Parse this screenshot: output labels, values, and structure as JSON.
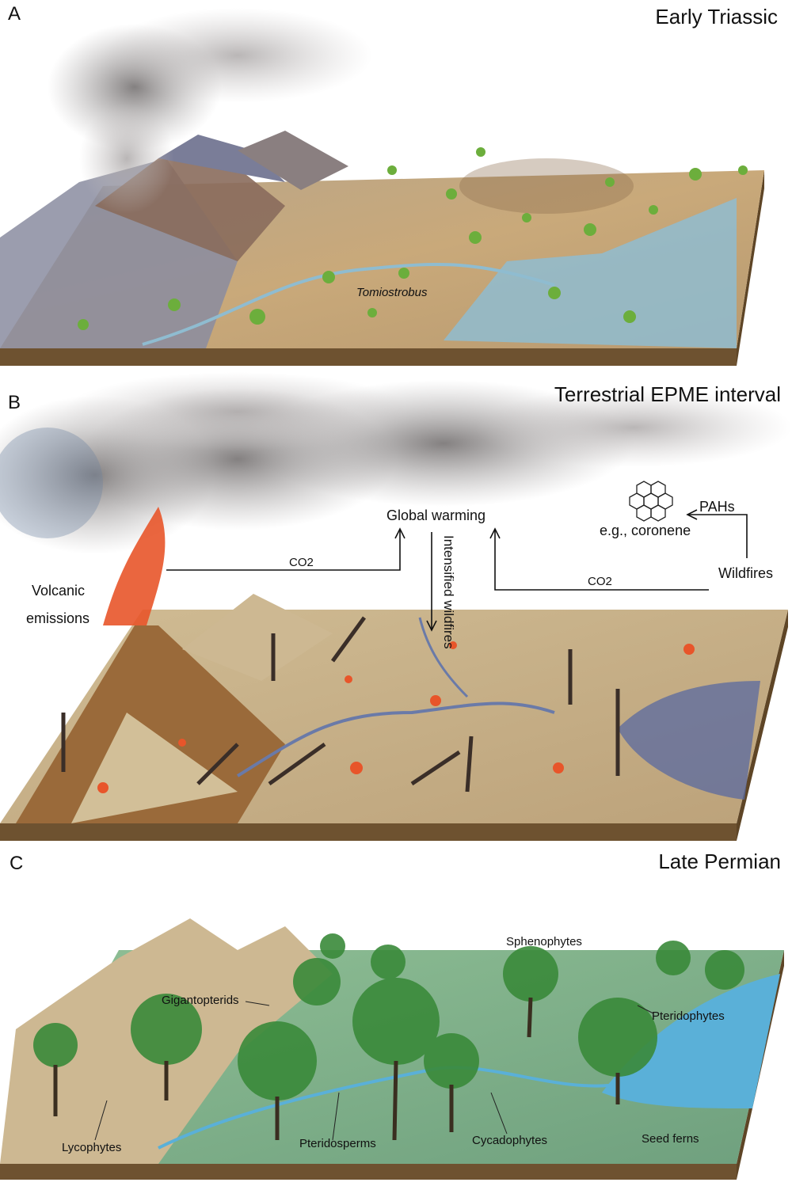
{
  "panel_a": {
    "letter": "A",
    "title": "Early Triassic",
    "labels": {
      "taxon": "Tomiostrobus"
    }
  },
  "panel_b": {
    "letter": "B",
    "title": "Terrestrial EPME interval",
    "labels": {
      "volcanic_1": "Volcanic",
      "volcanic_2": "emissions",
      "co2_left": "CO2",
      "global_warming": "Global warming",
      "intensified_wildfires": "Intensified wildfires",
      "pahs": "PAHs",
      "coronene": "e.g., coronene",
      "wildfires": "Wildfires",
      "co2_right": "CO2"
    }
  },
  "panel_c": {
    "letter": "C",
    "title": "Late Permian",
    "labels": {
      "sphenophytes": "Sphenophytes",
      "gigantopterids": "Gigantopterids",
      "pteridophytes": "Pteridophytes",
      "lycophytes": "Lycophytes",
      "pteridosperms": "Pteridosperms",
      "cycadophytes": "Cycadophytes",
      "seed_ferns": "Seed ferns"
    }
  },
  "colors": {
    "ground_a": "#c9a97a",
    "ground_b": "#c8b08a",
    "ground_c": "#7fb08a",
    "water": "#8fbcd0",
    "slab_edge": "#7a5a35",
    "fire": "#e8552a"
  }
}
